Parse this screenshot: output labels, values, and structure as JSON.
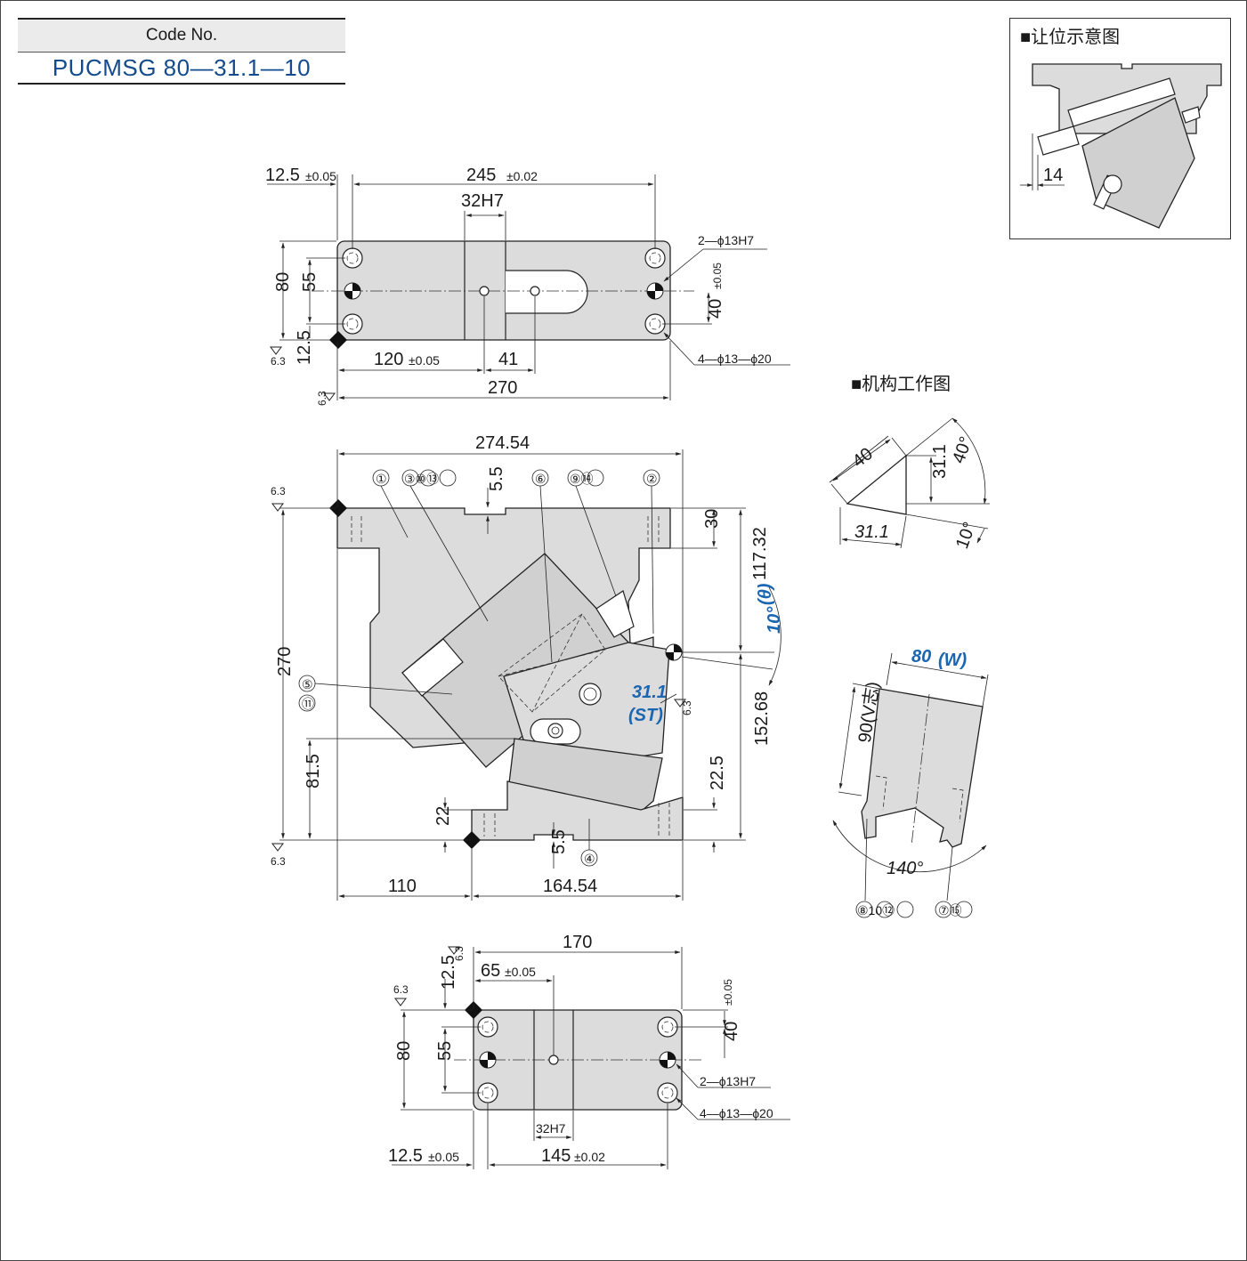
{
  "header": {
    "code_label": "Code No.",
    "code_value": "PUCMSG 80—31.1—10"
  },
  "inset": {
    "title": "■让位示意图",
    "dim": "14"
  },
  "mechanism": {
    "title": "■机构工作图",
    "dim_hyp": "40",
    "dim_vert": "31.1",
    "dim_horiz": "31.1",
    "angle_40": "40°",
    "angle_10": "10°"
  },
  "wedge": {
    "width": "80",
    "width_sym": "(W)",
    "height": "90(V志)",
    "angle": "140°",
    "label_left": "⑧10⑫",
    "label_right": "⑦⑮"
  },
  "top_view": {
    "d_12_5_top": "12.5",
    "tol_005": "±0.05",
    "d_245": "245",
    "tol_002": "±0.02",
    "d_32h7": "32H7",
    "hole_2": "2—ϕ13H7",
    "hole_4": "4—ϕ13—ϕ20",
    "d_80": "80",
    "d_55": "55",
    "d_40": "40",
    "d_12_5_left": "12.5",
    "d_120": "120",
    "d_41": "41",
    "d_270": "270",
    "rough": "6.3"
  },
  "front_view": {
    "d_274_54": "274.54",
    "d_5_5_top": "5.5",
    "d_30": "30",
    "d_117_32": "117.32",
    "d_10_theta": "10°",
    "theta": "(θ)",
    "d_31_1": "31.1",
    "st": "(ST)",
    "d_152_68": "152.68",
    "d_22_5": "22.5",
    "d_270": "270",
    "d_81_5": "81.5",
    "d_22": "22",
    "d_5_5_bottom": "5.5",
    "d_110": "110",
    "d_164_54": "164.54",
    "callout_1": "①",
    "callout_3": "③⑩⑬",
    "callout_6": "⑥",
    "callout_9": "⑨⑭",
    "callout_2": "②",
    "callout_5": "⑤",
    "callout_11": "⑪",
    "callout_4": "④",
    "rough": "6.3"
  },
  "bottom_view": {
    "d_170": "170",
    "d_65": "65",
    "tol_005": "±0.05",
    "tol_002": "±0.02",
    "d_12_5_a": "12.5",
    "d_80": "80",
    "d_55": "55",
    "d_40": "40",
    "hole_2": "2—ϕ13H7",
    "hole_4": "4—ϕ13—ϕ20",
    "d_32h7": "32H7",
    "d_12_5_b": "12.5",
    "d_145": "145",
    "rough": "6.3"
  }
}
